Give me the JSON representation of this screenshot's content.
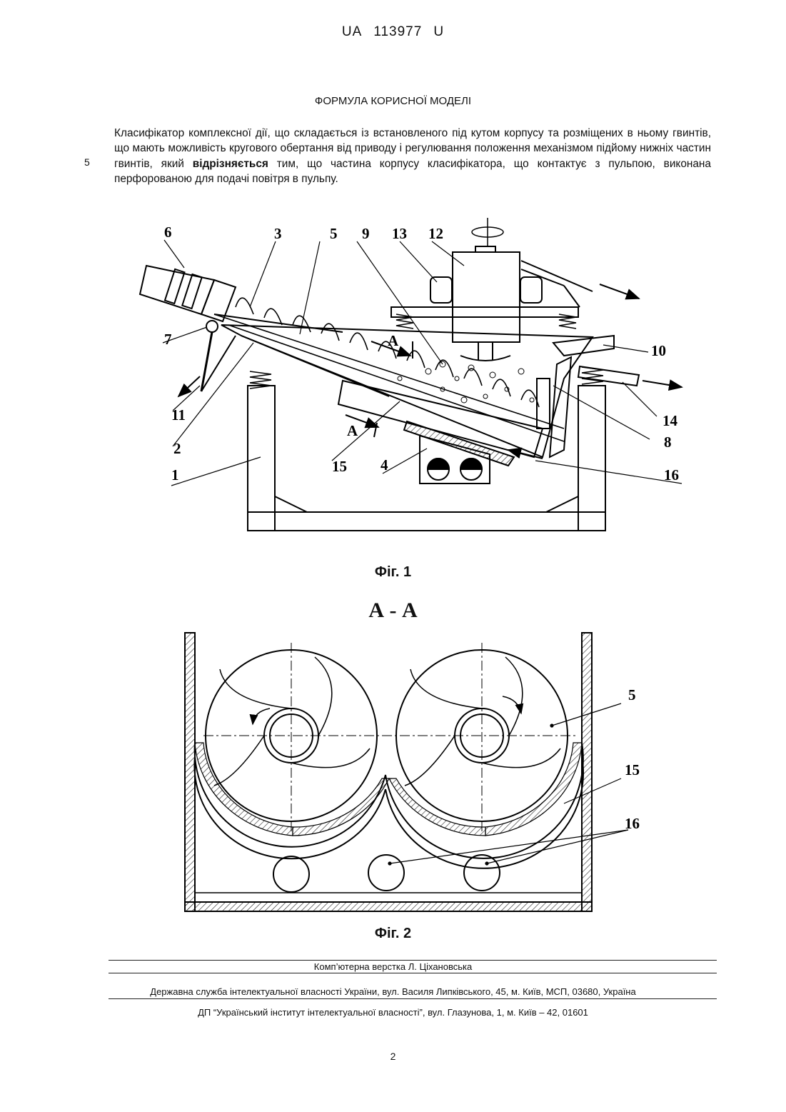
{
  "header": {
    "country": "UA",
    "number": "113977",
    "kind": "U"
  },
  "section_title": "ФОРМУЛА КОРИСНОЇ МОДЕЛІ",
  "line_number": "5",
  "claim": {
    "before": "Класифікатор комплексної дії, що складається із встановленого під кутом корпусу та розміщених в ньому гвинтів, що мають можливість кругового обертання від приводу і регулювання положення механізмом підйому нижніх частин гвинтів, який ",
    "bold": "відрізняється",
    "after": " тим, що частина корпусу класифікатора, що контактує з пульпою, виконана перфорованою для подачі повітря в пульпу."
  },
  "fig1": {
    "caption": "Фіг. 1",
    "labels": {
      "n1": "1",
      "n2": "2",
      "n3": "3",
      "n4": "4",
      "n5": "5",
      "n6": "6",
      "n7": "7",
      "n8": "8",
      "n9": "9",
      "n10": "10",
      "n11": "11",
      "n12": "12",
      "n13": "13",
      "n14": "14",
      "n15": "15",
      "n16": "16",
      "section_a": "A"
    }
  },
  "fig2": {
    "section_title": "А - А",
    "caption": "Фіг. 2",
    "labels": {
      "n5": "5",
      "n15": "15",
      "n16": "16"
    }
  },
  "footer": {
    "layout": "Комп’ютерна верстка Л. Ціхановська",
    "office": "Державна служба інтелектуальної власності України, вул. Василя Липківського, 45, м. Київ, МСП, 03680, Україна",
    "institute": "ДП “Український інститут інтелектуальної власності”, вул. Глазунова, 1, м. Київ – 42, 01601"
  },
  "page_number": "2"
}
